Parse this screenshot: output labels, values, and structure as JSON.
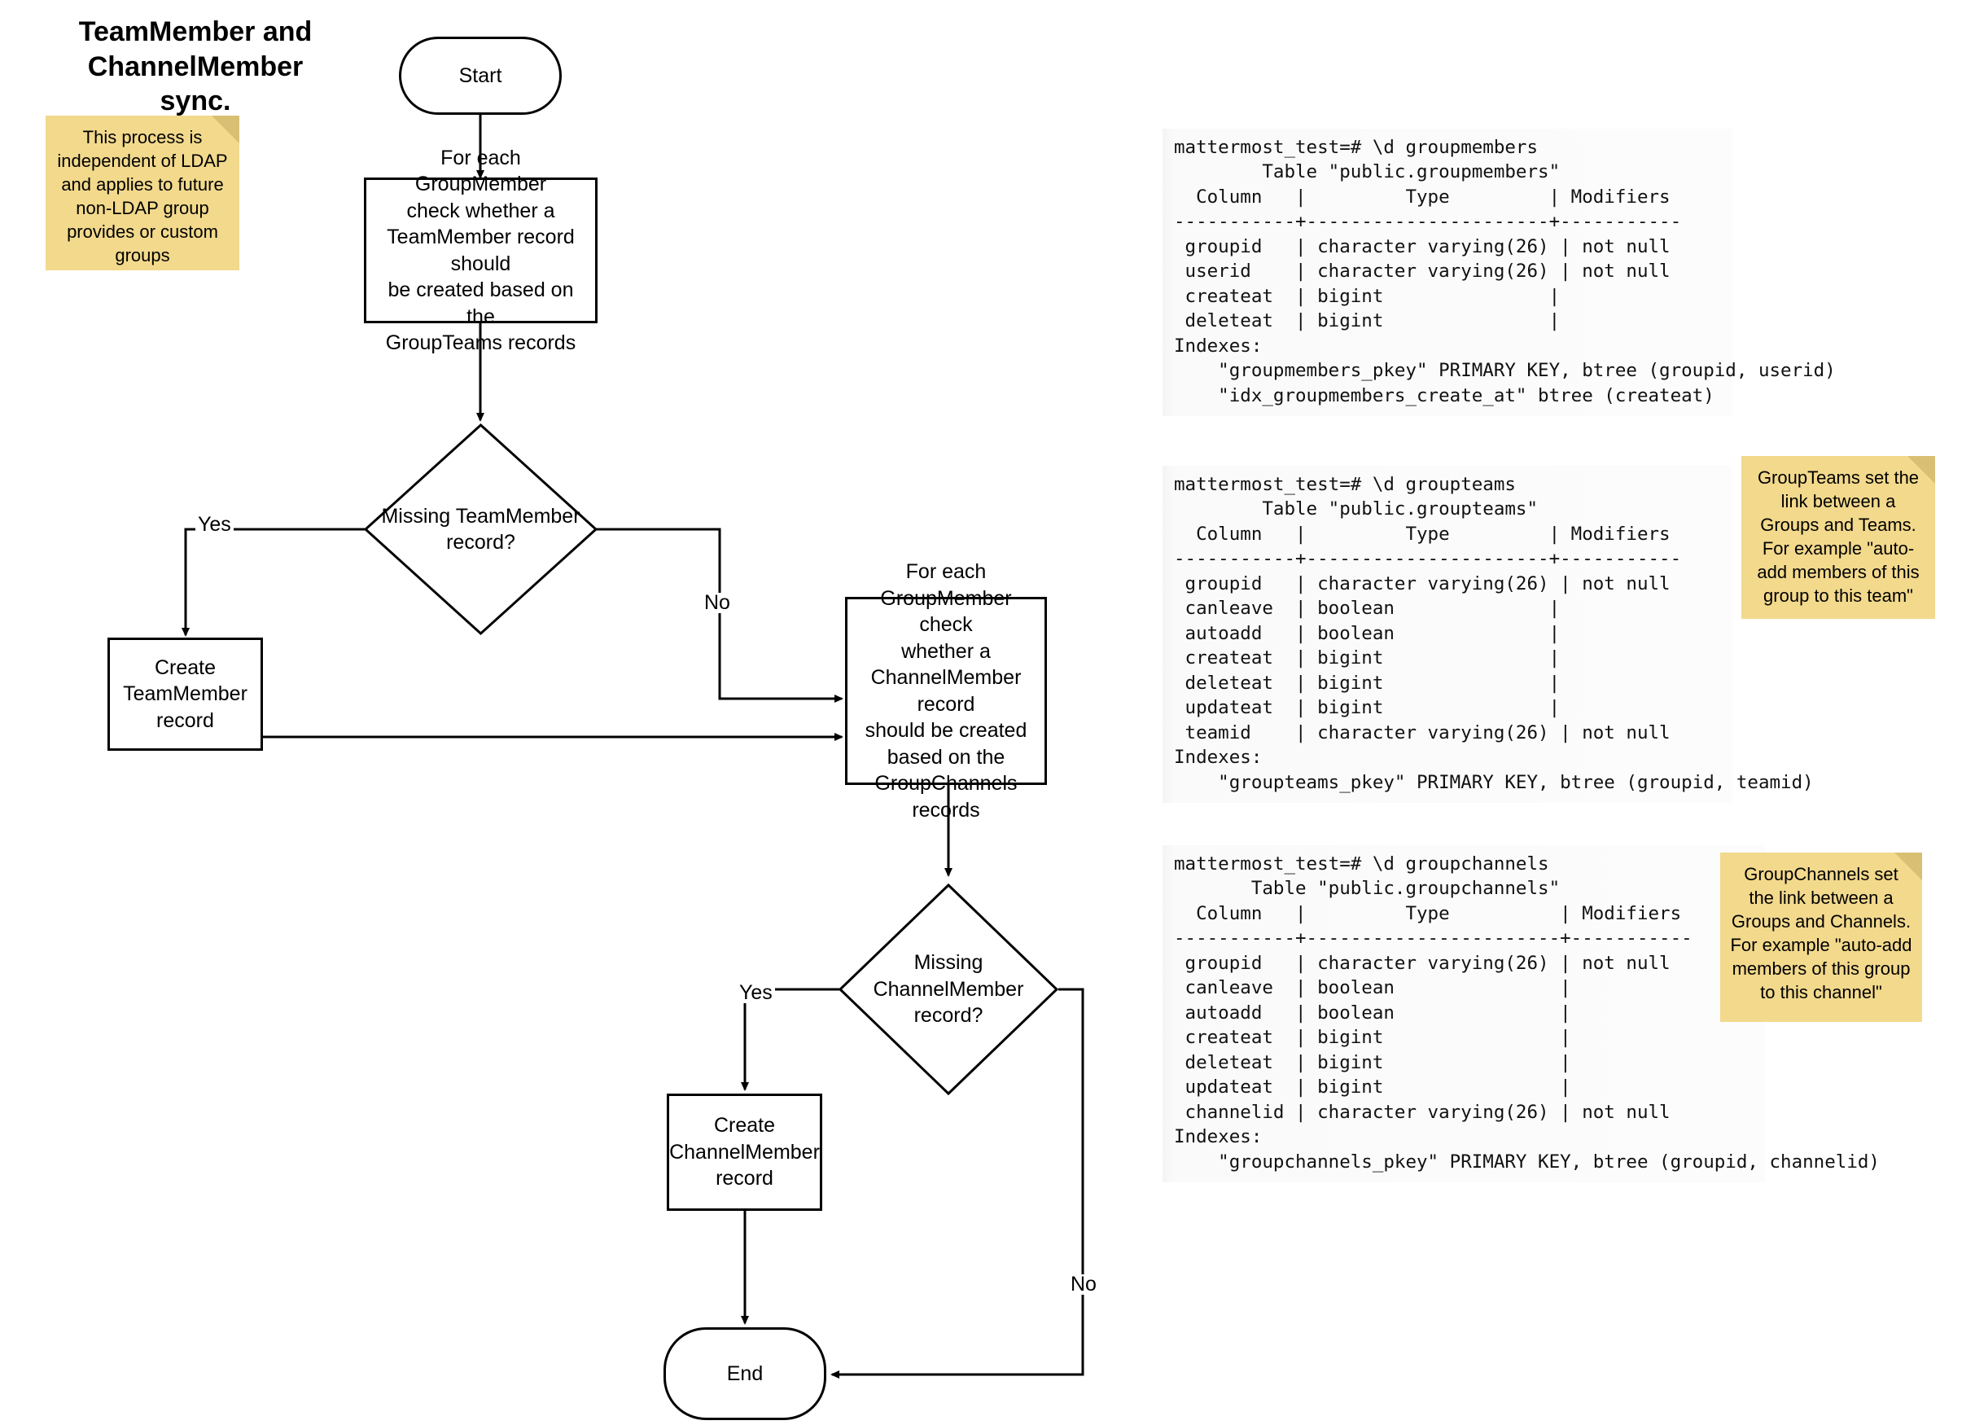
{
  "diagram": {
    "title": "TeamMember and\nChannelMember sync.",
    "nodes": {
      "start": "Start",
      "process_teammember": "For each GroupMember\ncheck whether a\nTeamMember record should\nbe created based on the\nGroupTeams records",
      "decision_teammember": "Missing TeamMember\nrecord?",
      "create_teammember": "Create\nTeamMember\nrecord",
      "process_channelmember": "For each\nGroupMember check\nwhether a\nChannelMember record\nshould be created\nbased on the\nGroupChannels\nrecords",
      "decision_channelmember": "Missing\nChannelMember\nrecord?",
      "create_channelmember": "Create\nChannelMember\nrecord",
      "end": "End"
    },
    "edge_labels": {
      "teammember_yes": "Yes",
      "teammember_no": "No",
      "channelmember_yes": "Yes",
      "channelmember_no": "No"
    },
    "sticky_notes": {
      "ldap": "This process is independent of LDAP and applies to future non-LDAP group provides or custom groups",
      "groupteams": "GroupTeams set the link between a Groups and Teams. For example \"auto-add members of this group to this team\"",
      "groupchannels": "GroupChannels set the link between a Groups and Channels. For example \"auto-add members of this group to this channel\""
    },
    "colors": {
      "sticky_fill": "#f2d98c",
      "sticky_fold": "#d8bf73",
      "node_stroke": "#000000",
      "node_fill": "#ffffff",
      "terminal_bg": "#f7f7f7"
    }
  },
  "terminals": {
    "groupmembers": "mattermost_test=# \\d groupmembers\n        Table \"public.groupmembers\"\n  Column   |         Type         | Modifiers\n-----------+----------------------+-----------\n groupid   | character varying(26) | not null\n userid    | character varying(26) | not null\n createat  | bigint               |\n deleteat  | bigint               |\nIndexes:\n    \"groupmembers_pkey\" PRIMARY KEY, btree (groupid, userid)\n    \"idx_groupmembers_create_at\" btree (createat)",
    "groupteams": "mattermost_test=# \\d groupteams\n        Table \"public.groupteams\"\n  Column   |         Type         | Modifiers\n-----------+----------------------+-----------\n groupid   | character varying(26) | not null\n canleave  | boolean              |\n autoadd   | boolean              |\n createat  | bigint               |\n deleteat  | bigint               |\n updateat  | bigint               |\n teamid    | character varying(26) | not null\nIndexes:\n    \"groupteams_pkey\" PRIMARY KEY, btree (groupid, teamid)",
    "groupchannels": "mattermost_test=# \\d groupchannels\n       Table \"public.groupchannels\"\n  Column   |         Type          | Modifiers\n-----------+-----------------------+-----------\n groupid   | character varying(26) | not null\n canleave  | boolean               |\n autoadd   | boolean               |\n createat  | bigint                |\n deleteat  | bigint                |\n updateat  | bigint                |\n channelid | character varying(26) | not null\nIndexes:\n    \"groupchannels_pkey\" PRIMARY KEY, btree (groupid, channelid)"
  },
  "tables_data": {
    "groupmembers": {
      "prompt": "mattermost_test=# \\d groupmembers",
      "table_name": "Table \"public.groupmembers\"",
      "headers": [
        "Column",
        "Type",
        "Modifiers"
      ],
      "rows": [
        [
          "groupid",
          "character varying(26)",
          "not null"
        ],
        [
          "userid",
          "character varying(26)",
          "not null"
        ],
        [
          "createat",
          "bigint",
          ""
        ],
        [
          "deleteat",
          "bigint",
          ""
        ]
      ],
      "indexes": [
        "\"groupmembers_pkey\" PRIMARY KEY, btree (groupid, userid)",
        "\"idx_groupmembers_create_at\" btree (createat)"
      ]
    },
    "groupteams": {
      "prompt": "mattermost_test=# \\d groupteams",
      "table_name": "Table \"public.groupteams\"",
      "headers": [
        "Column",
        "Type",
        "Modifiers"
      ],
      "rows": [
        [
          "groupid",
          "character varying(26)",
          "not null"
        ],
        [
          "canleave",
          "boolean",
          ""
        ],
        [
          "autoadd",
          "boolean",
          ""
        ],
        [
          "createat",
          "bigint",
          ""
        ],
        [
          "deleteat",
          "bigint",
          ""
        ],
        [
          "updateat",
          "bigint",
          ""
        ],
        [
          "teamid",
          "character varying(26)",
          "not null"
        ]
      ],
      "indexes": [
        "\"groupteams_pkey\" PRIMARY KEY, btree (groupid, teamid)"
      ]
    },
    "groupchannels": {
      "prompt": "mattermost_test=# \\d groupchannels",
      "table_name": "Table \"public.groupchannels\"",
      "headers": [
        "Column",
        "Type",
        "Modifiers"
      ],
      "rows": [
        [
          "groupid",
          "character varying(26)",
          "not null"
        ],
        [
          "canleave",
          "boolean",
          ""
        ],
        [
          "autoadd",
          "boolean",
          ""
        ],
        [
          "createat",
          "bigint",
          ""
        ],
        [
          "deleteat",
          "bigint",
          ""
        ],
        [
          "updateat",
          "bigint",
          ""
        ],
        [
          "channelid",
          "character varying(26)",
          "not null"
        ]
      ],
      "indexes": [
        "\"groupchannels_pkey\" PRIMARY KEY, btree (groupid, channelid)"
      ]
    }
  }
}
